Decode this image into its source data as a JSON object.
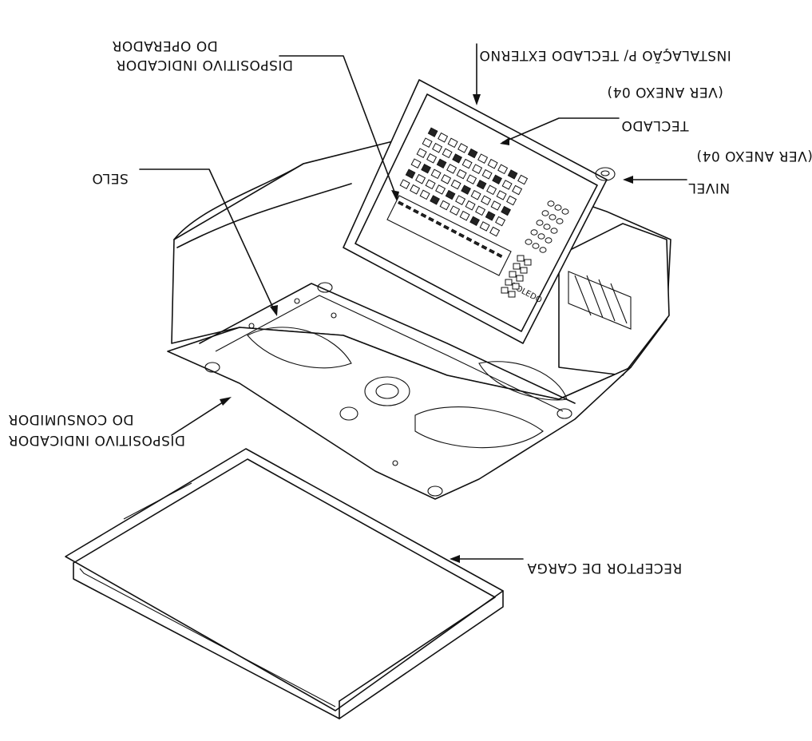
{
  "labels": {
    "operador_line1": "DO OPERADOR",
    "operador_line2": "DISPOSITIVO INDICADOR",
    "instalacao": "INSTALAÇÃO P/ TECLADO EXTERNO",
    "teclado_ref": "(VER ANEXO 04)",
    "teclado": "TECLADO",
    "nivel_ref": "(VER ANEXO 04)",
    "nivel": "NIVEL",
    "selo": "SELO",
    "consumidor_line1": "DO CONSUMIDOR",
    "consumidor_line2": "DISPOSITIVO INDICADOR",
    "receptor": "RECEPTOR DE CARGA"
  },
  "brand": "TOLEDO"
}
